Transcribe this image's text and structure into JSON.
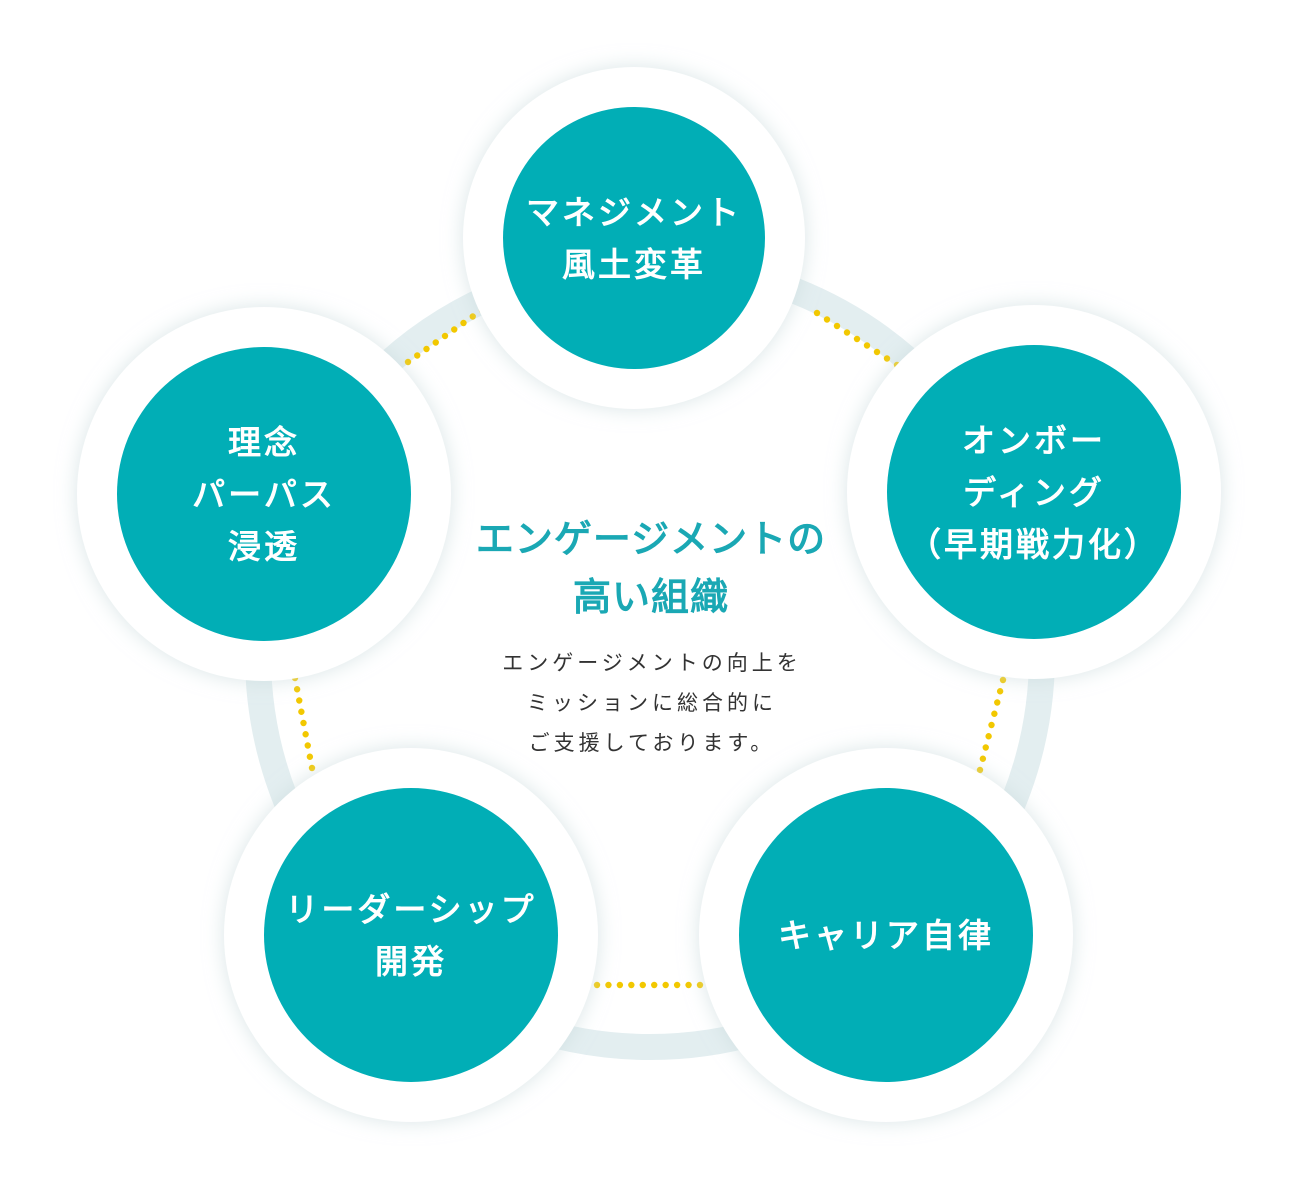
{
  "colors": {
    "node_fill": "#01aeb6",
    "node_text": "#ffffff",
    "ring": "#e3eef0",
    "dots": "#f2c800",
    "title": "#1aa8b4",
    "body_text": "#333333"
  },
  "center": {
    "title_lines": [
      "エンゲージメントの",
      "高い組織"
    ],
    "description_lines": [
      "エンゲージメントの向上を",
      "ミッションに総合的に",
      "ご支援しております。"
    ]
  },
  "nodes": [
    {
      "id": "management",
      "lines": [
        "マネジメント",
        "風土変革"
      ]
    },
    {
      "id": "onboarding",
      "lines": [
        "オンボー",
        "ディング",
        "（早期戦力化）"
      ]
    },
    {
      "id": "career",
      "lines": [
        "キャリア自律"
      ]
    },
    {
      "id": "leadership",
      "lines": [
        "リーダーシップ",
        "開発"
      ]
    },
    {
      "id": "philosophy",
      "lines": [
        "理念",
        "パーパス",
        "浸透"
      ]
    }
  ]
}
